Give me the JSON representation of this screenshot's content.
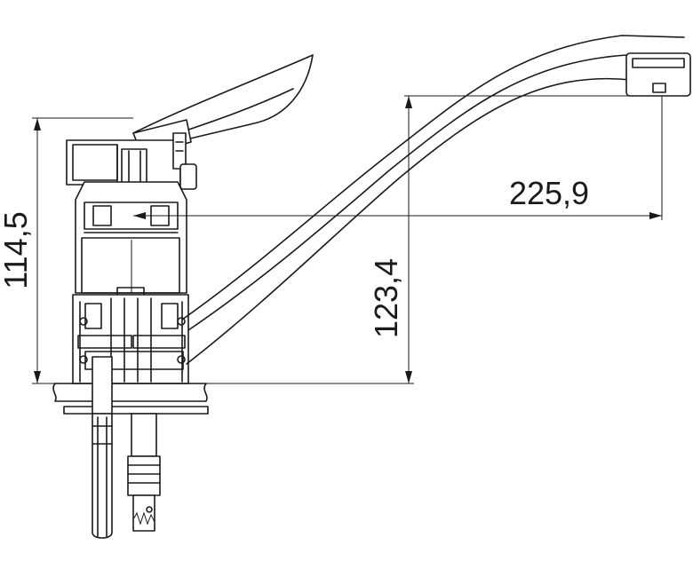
{
  "dimensions": {
    "overall_height": "114,5",
    "spout_height": "123,4",
    "spout_reach": "225,9"
  },
  "colors": {
    "line": "#1a1a1a",
    "background": "#ffffff"
  }
}
